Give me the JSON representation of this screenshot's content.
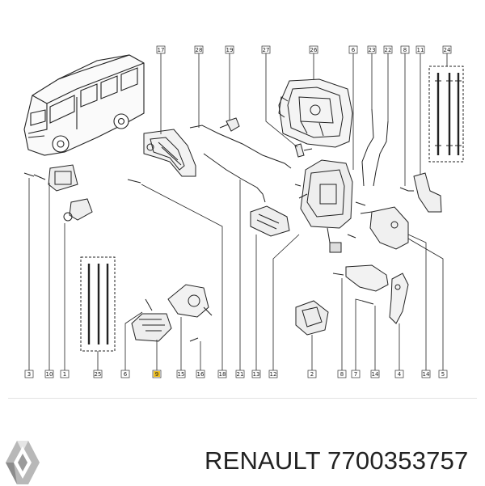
{
  "diagram": {
    "top_labels": [
      "17",
      "28",
      "19",
      "27",
      "26",
      "6",
      "23",
      "22",
      "8",
      "11",
      "24"
    ],
    "bottom_labels": [
      "3",
      "10",
      "1",
      "25",
      "6",
      "9",
      "15",
      "16",
      "18",
      "21",
      "13",
      "12",
      "2",
      "8",
      "7",
      "14",
      "4",
      "14",
      "5"
    ],
    "highlight_label": "9",
    "highlight_color": "#f0c020",
    "line_color": "#222222"
  },
  "footer": {
    "brand": "RENAULT",
    "part_number": "7700353757",
    "caption": "RENAULT 7700353757",
    "logo_icon": "renault-diamond-icon"
  }
}
